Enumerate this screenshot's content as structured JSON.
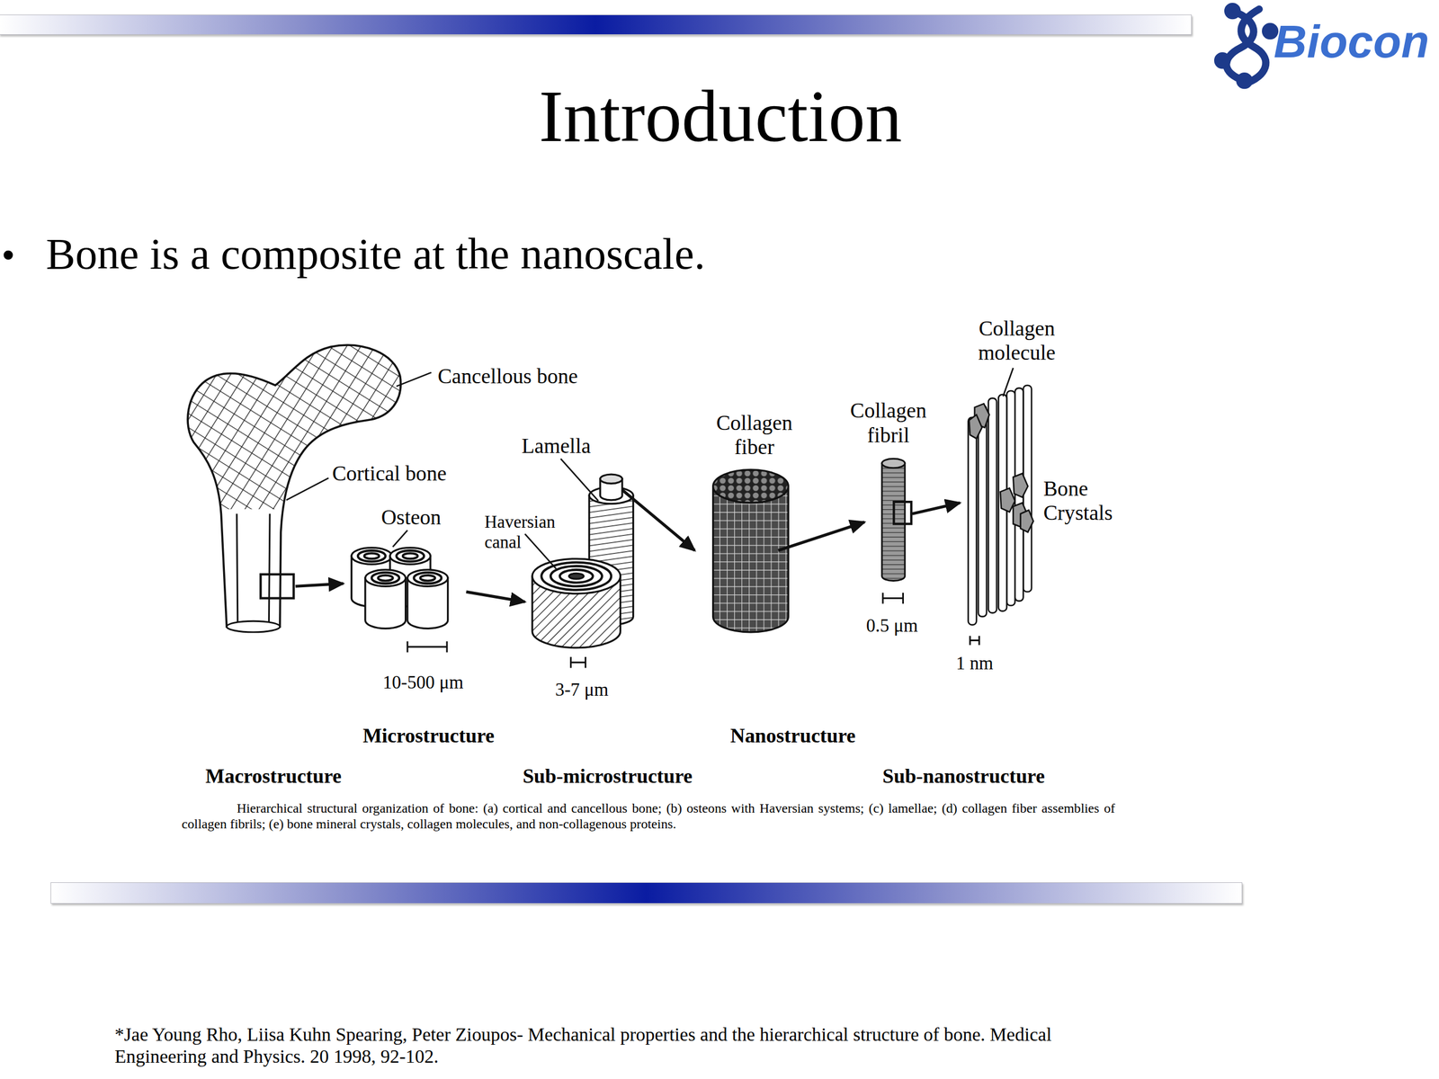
{
  "diagram": {
    "title": "Introduction",
    "caption": "Hierarchical structural organization of bone: (a) cortical and cancellous bone; (b) osteons with Haversian systems; (c) lamellae; (d) collagen fiber assemblies of collagen fibrils; (e) bone mineral crystals, collagen molecules, and non-collagenous proteins.",
    "labels": [
      "Biocon",
      "Bone is a composite at the nanoscale.",
      "Cancellous bone",
      "Cortical bone",
      "Osteon",
      "Lamella",
      "Haversian canal",
      "Collagen fiber",
      "Collagen fibril",
      "Collagen molecule",
      "Bone Crystals",
      "10-500 μm",
      "3-7 μm",
      "0.5 μm",
      "1 nm",
      "Microstructure",
      "Nanostructure",
      "Macrostructure",
      "Sub-microstructure",
      "Sub-nanostructure",
      "*Jae Young Rho, Liisa Kuhn Spearing, Peter Zioupos- Mechanical properties and the hierarchical structure of bone. Medical Engineering and Physics. 20 1998, 92-102."
    ]
  }
}
